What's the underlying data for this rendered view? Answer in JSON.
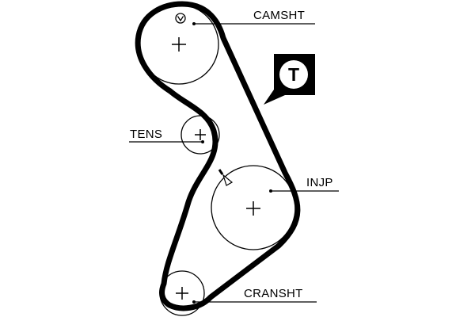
{
  "labels": {
    "camshaft": "CAMSHT",
    "tensioner": "TENS",
    "injection_pump": "INJP",
    "crankshaft": "CRANSHT"
  },
  "tensioner_badge": {
    "letter": "T",
    "background_color": "#000000",
    "letter_color": "#ffffff"
  },
  "colors": {
    "line": "#000000",
    "background": "#ffffff"
  }
}
